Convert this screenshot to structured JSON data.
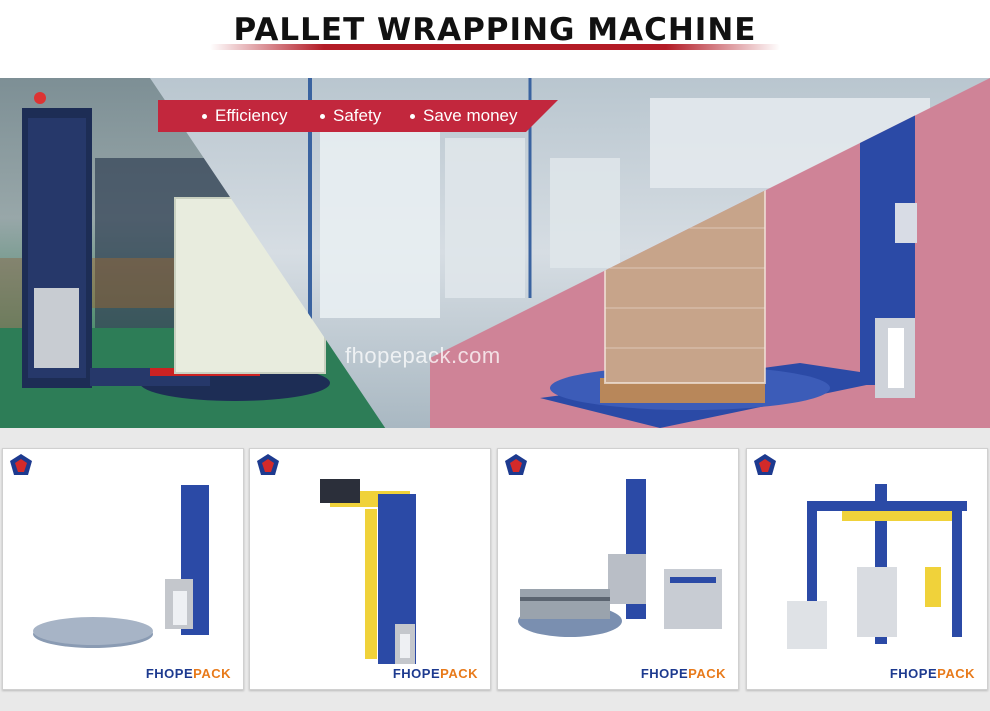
{
  "title": "PALLET WRAPPING MACHINE",
  "hero": {
    "features": [
      "Efficiency",
      "Safety",
      "Save money"
    ],
    "watermark": "fhopepack.com"
  },
  "cards": [
    {
      "brand_part1": "FHOPE",
      "brand_part2": "PACK"
    },
    {
      "brand_part1": "FHOPE",
      "brand_part2": "PACK"
    },
    {
      "brand_part1": "FHOPE",
      "brand_part2": "PACK"
    },
    {
      "brand_part1": "FHOPE",
      "brand_part2": "PACK"
    }
  ],
  "colors": {
    "accent": "#c2273d",
    "machine_blue": "#2b4aa6",
    "arm_yellow": "#f0d23a",
    "pink_bg": "#cf8397"
  }
}
